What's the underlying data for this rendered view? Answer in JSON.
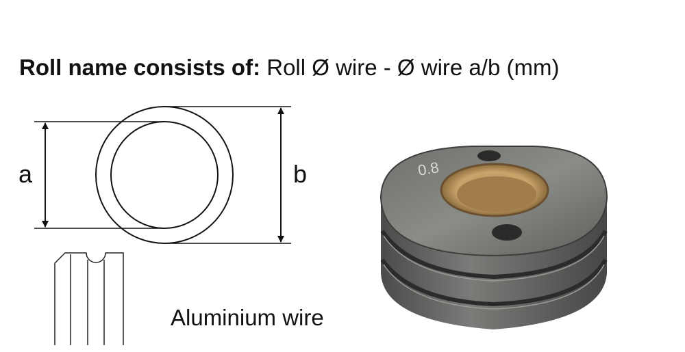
{
  "title": {
    "bold": "Roll name consists of:",
    "normal": "Roll Ø wire - Ø wire  a/b (mm)"
  },
  "diagram": {
    "label_a": "a",
    "label_b": "b",
    "caption": "Aluminium wire"
  },
  "photo": {
    "engraving": "0.8"
  }
}
